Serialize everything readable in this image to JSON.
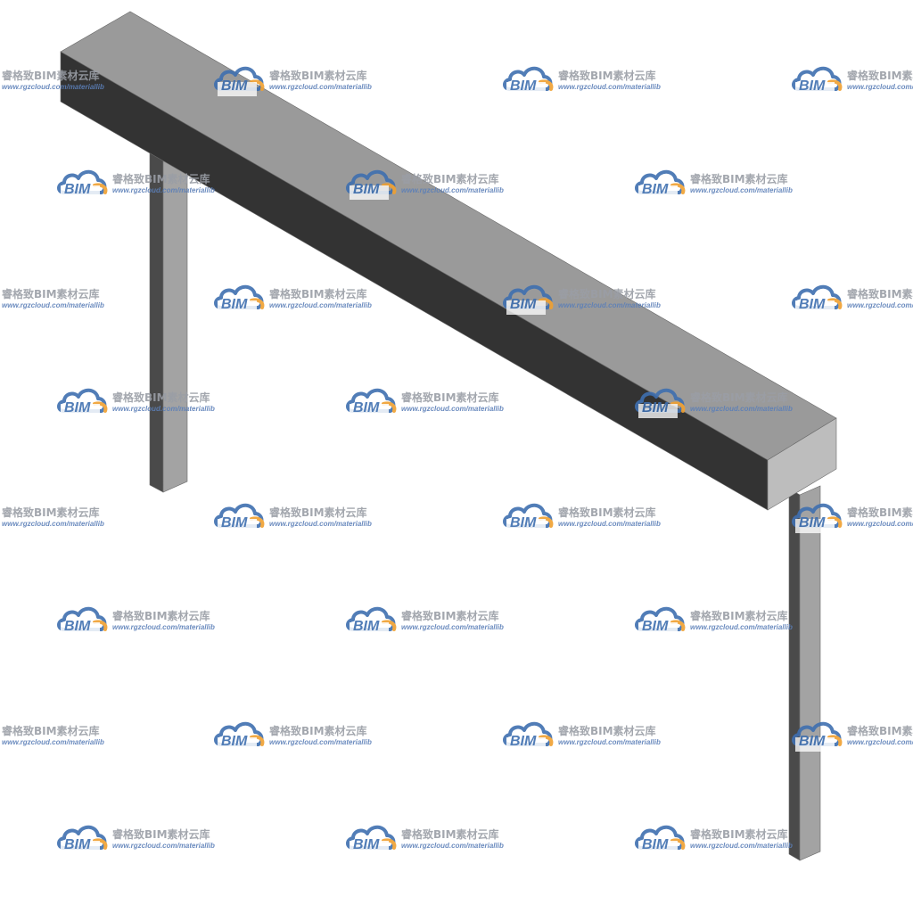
{
  "scene": {
    "description_visible": "",
    "colors": {
      "background": "#ffffff",
      "beam_top": "#9a9a9a",
      "beam_front": "#333333",
      "beam_end": "#bdbdbd",
      "beam_edge": "#6a6a6a",
      "column_light": "#a3a3a3",
      "column_dark": "#4a4a4a",
      "column_mid": "#8a8a8a"
    },
    "objects": [
      "beam",
      "left-column",
      "right-column"
    ]
  },
  "watermark": {
    "title": "睿格致BIM素材云库",
    "url": "www.rgzcloud.com/materiallib",
    "logo_text": "BIM",
    "colors": {
      "cloud_blue": "#3f6fb0",
      "cloud_orange": "#f0a030",
      "title_gray": "#9a9ea6",
      "url_blue": "#5b7fb8"
    }
  }
}
